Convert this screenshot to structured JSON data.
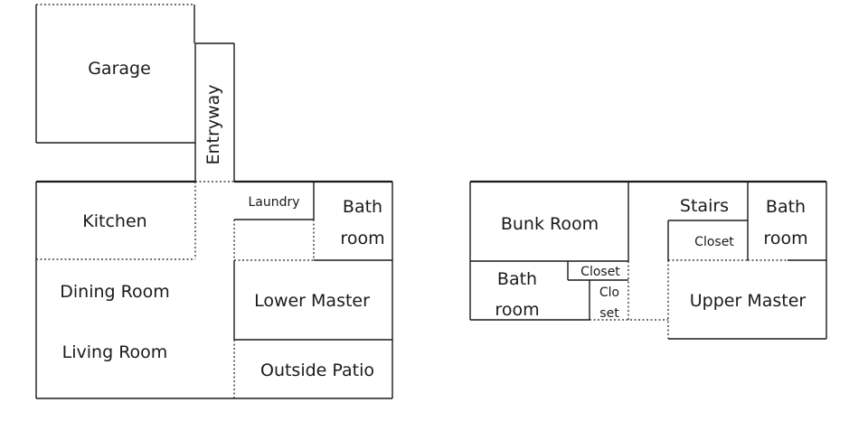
{
  "floor_plan": {
    "lower_floor": {
      "garage": "Garage",
      "entryway": "Entryway",
      "kitchen": "Kitchen",
      "laundry": "Laundry",
      "bath_line1": "Bath",
      "bath_line2": "room",
      "dining_room": "Dining Room",
      "living_room": "Living Room",
      "lower_master": "Lower Master",
      "outside_patio": "Outside Patio"
    },
    "upper_floor": {
      "bunk_room": "Bunk Room",
      "stairs": "Stairs",
      "closet": "Closet",
      "bath_right_line1": "Bath",
      "bath_right_line2": "room",
      "bath_left_line1": "Bath",
      "bath_left_line2": "room",
      "closet_small": "Closet",
      "closet_split_line1": "Clo",
      "closet_split_line2": "set",
      "upper_master": "Upper Master"
    }
  }
}
